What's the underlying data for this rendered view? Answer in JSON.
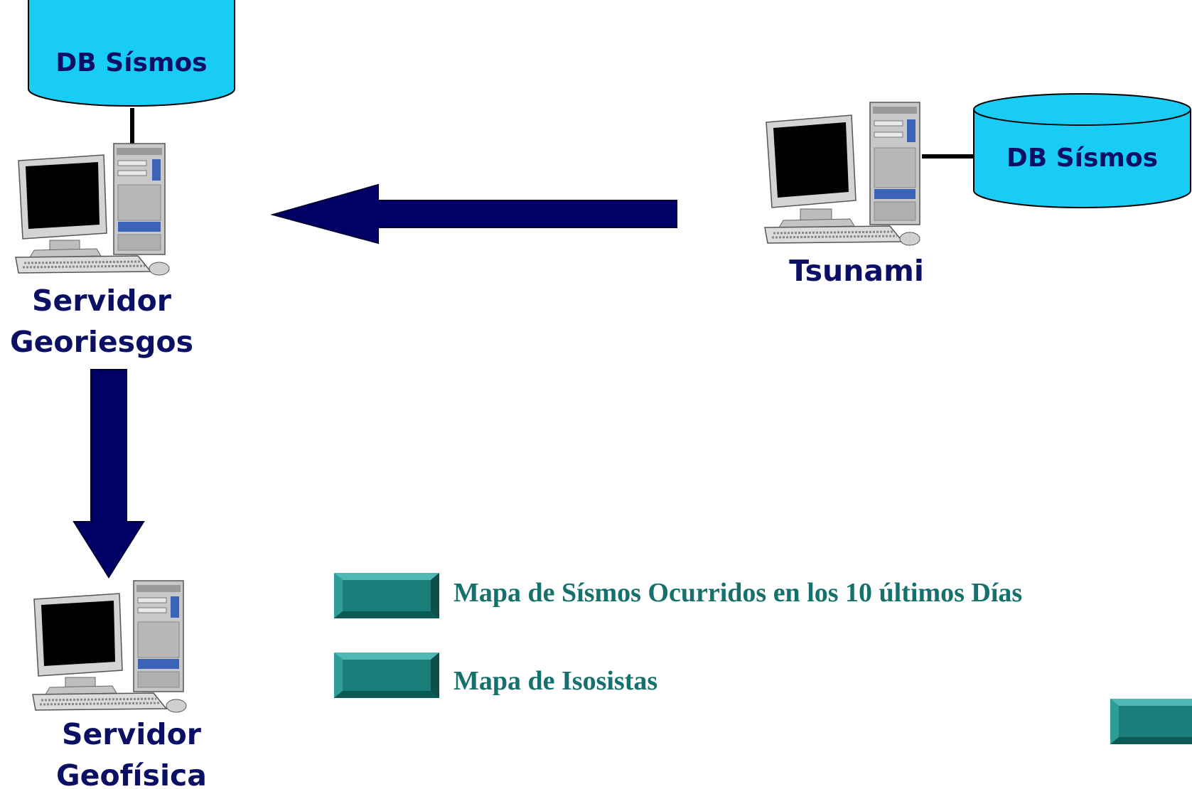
{
  "databases": {
    "left": {
      "label": "DB Sísmos"
    },
    "right": {
      "label": "DB Sísmos"
    }
  },
  "servers": {
    "georiesgos": {
      "line1": "Servidor",
      "line2": "Georiesgos"
    },
    "tsunami": {
      "line1": "Tsunami"
    },
    "geofisica": {
      "line1": "Servidor",
      "line2": "Geofísica"
    }
  },
  "maps": {
    "sismos_label": "Mapa de Sísmos Ocurridos en los 10 últimos Días",
    "isosistas_label": "Mapa de Isosistas"
  },
  "colors": {
    "db_fill": "#18ccf5",
    "label_navy": "#0b1065",
    "arrow_navy": "#000066",
    "button_teal": "#1a7f7b",
    "link_teal": "#16706c"
  },
  "icons": {
    "workstation": "desktop-computer-icon",
    "database": "database-cylinder-icon",
    "arrow": "flow-arrow-icon"
  }
}
